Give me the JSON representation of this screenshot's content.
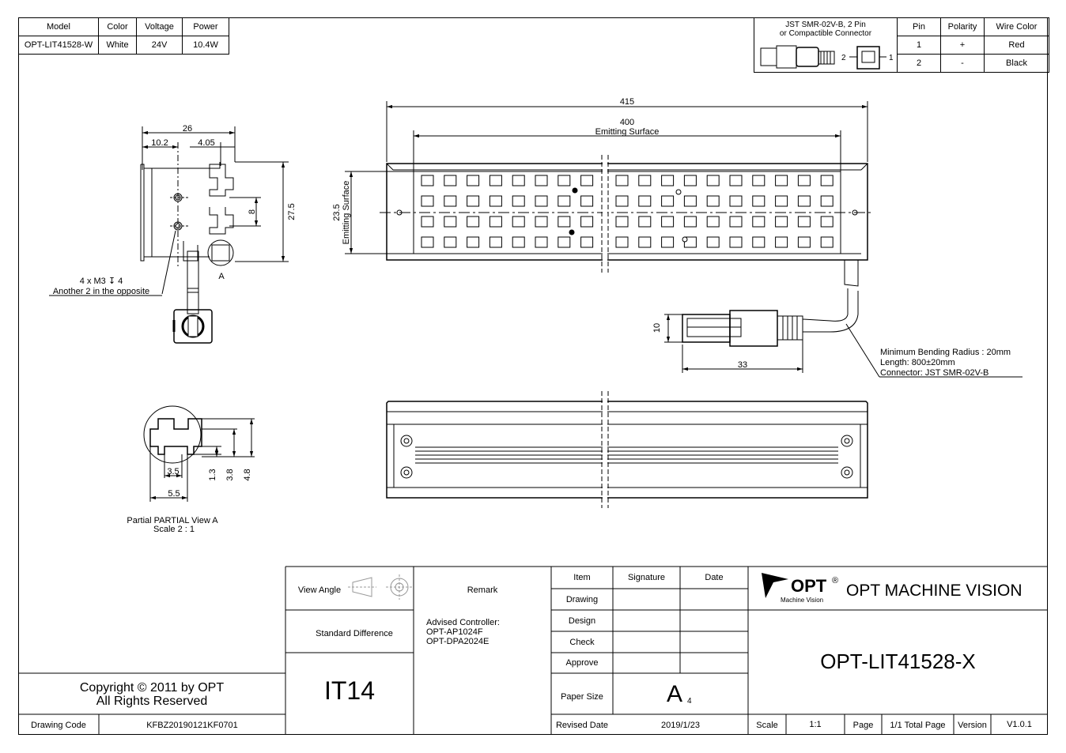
{
  "spec_table": {
    "headers": [
      "Model",
      "Color",
      "Voltage",
      "Power"
    ],
    "row": [
      "OPT-LIT41528-W",
      "White",
      "24V",
      "10.4W"
    ]
  },
  "connector": {
    "title_line1": "JST SMR-02V-B, 2 Pin",
    "title_line2": "or Compactible Connector",
    "pin_label_2": "2",
    "pin_label_1": "1",
    "headers": [
      "Pin",
      "Polarity",
      "Wire Color"
    ],
    "rows": [
      [
        "1",
        "+",
        "Red"
      ],
      [
        "2",
        "-",
        "Black"
      ]
    ]
  },
  "side_view": {
    "dim_width": "26",
    "dim_left": "10.2",
    "dim_right": "4.05",
    "dim_height": "27.5",
    "dim_hole_pitch": "8",
    "detail_marker": "A",
    "hole_note_line1": "4 x M3 ↧ 4",
    "hole_note_line2": "Another 2 in the opposite"
  },
  "partial_view": {
    "dim_35": "3.5",
    "dim_55": "5.5",
    "dim_13": "1.3",
    "dim_38": "3.8",
    "dim_48": "4.8",
    "caption_line1": "Partial PARTIAL View  A",
    "caption_line2": "Scale 2 : 1"
  },
  "front_view": {
    "dim_total": "415",
    "dim_emit": "400",
    "dim_emit_label": "Emitting Surface",
    "dim_height": "23.5",
    "dim_height_label": "Emitting Surface"
  },
  "cable": {
    "dim_10": "10",
    "dim_33": "33",
    "note_line1": "Minimum Bending Radius : 20mm",
    "note_line2": "Length: 800±20mm",
    "note_line3": "Connector: JST SMR-02V-B"
  },
  "title_block": {
    "view_angle": "View Angle",
    "remark": "Remark",
    "standard_difference": "Standard Difference",
    "tolerance": "IT14",
    "advised_line1": "Advised Controller:",
    "advised_line2": "OPT-AP1024F",
    "advised_line3": "OPT-DPA2024E",
    "item": "Item",
    "signature": "Signature",
    "date": "Date",
    "drawing": "Drawing",
    "design": "Design",
    "check": "Check",
    "approve": "Approve",
    "paper_size": "Paper Size",
    "paper_value": "A",
    "paper_sub": "4",
    "revised_date": "Revised Date",
    "revised_value": "2019/1/23",
    "scale": "Scale",
    "scale_value": "1:1",
    "page": "Page",
    "total_page": "1/1 Total Page",
    "version": "Version",
    "version_value": "V1.0.1",
    "logo_text": "OPT",
    "logo_reg": "®",
    "logo_sub": "Machine Vision",
    "company": "OPT MACHINE VISION",
    "part_number": "OPT-LIT41528-X",
    "copyright_line1": "Copyright © 2011 by OPT",
    "copyright_line2": "All Rights Reserved",
    "drawing_code_label": "Drawing Code",
    "drawing_code": "KFBZ20190121KF0701"
  }
}
